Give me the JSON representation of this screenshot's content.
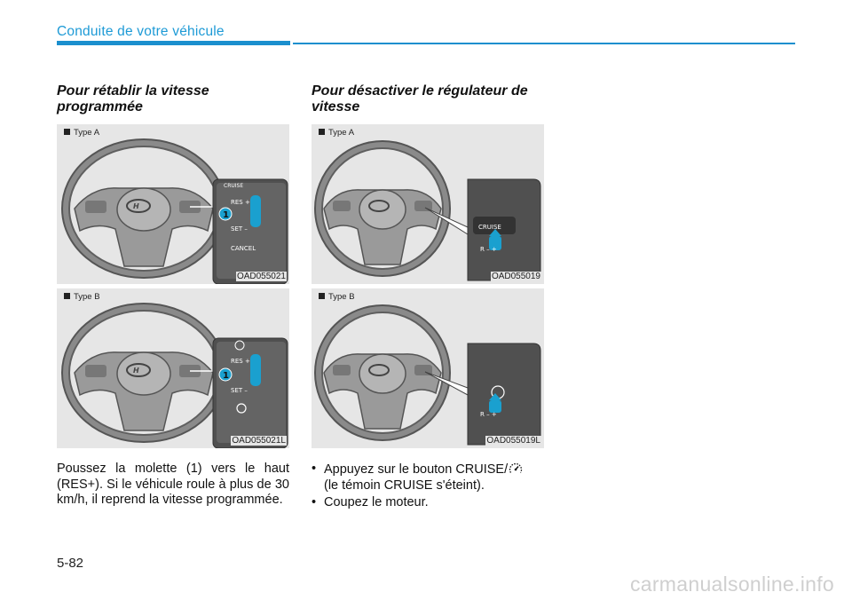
{
  "header": {
    "title": "Conduite de votre véhicule"
  },
  "left": {
    "heading": "Pour rétablir la vitesse programmée",
    "figures": [
      {
        "type_label": "Type A",
        "code": "OAD055021",
        "labels": [
          "CRUISE",
          "RES +",
          "SET –",
          "CANCEL"
        ],
        "callout": "1"
      },
      {
        "type_label": "Type B",
        "code": "OAD055021L",
        "labels": [
          "RES +",
          "SET –"
        ],
        "callout": "1"
      }
    ],
    "body": "Poussez la molette (1) vers le haut (RES+). Si le véhicule roule à plus de 30 km/h, il reprend la vitesse programmée."
  },
  "right": {
    "heading": "Pour désactiver le régulateur de vitesse",
    "figures": [
      {
        "type_label": "Type A",
        "code": "OAD055019",
        "labels": [
          "CRUISE",
          "R –  +"
        ]
      },
      {
        "type_label": "Type B",
        "code": "OAD055019L",
        "labels": [
          "R –  +"
        ]
      }
    ],
    "bullets": [
      {
        "text": "Appuyez sur le bouton CRUISE/",
        "suffix": "(le témoin CRUISE s'éteint)."
      },
      {
        "text": "Coupez le moteur."
      }
    ]
  },
  "footer": {
    "page_number": "5-82",
    "watermark": "carmanualsonline.info"
  },
  "icons": {
    "cruise": "cruise-speedometer-icon",
    "steering": "steering-wheel-illustration"
  },
  "colors": {
    "accent": "#1b8fce",
    "highlight": "#1aa0cf",
    "figure_bg": "#e6e6e6"
  }
}
